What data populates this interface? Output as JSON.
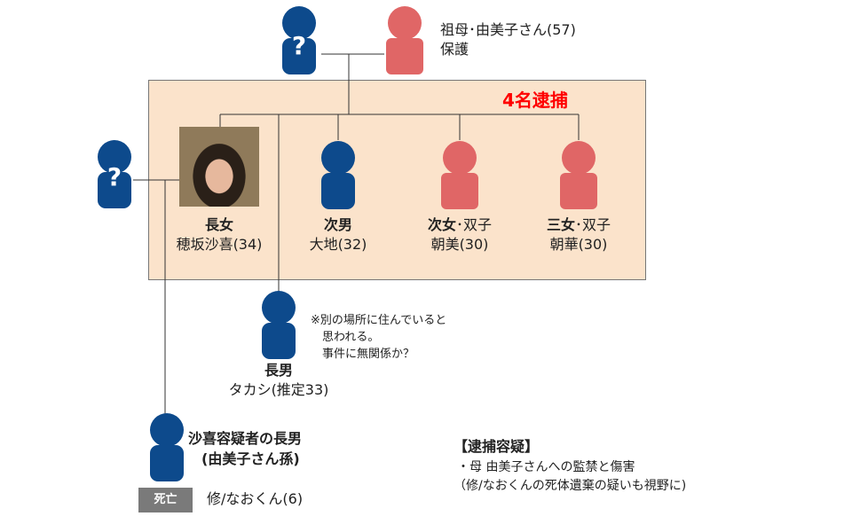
{
  "grandmother": {
    "line1": "祖母･由美子さん(57)",
    "line2": "保護"
  },
  "unknown_symbol": "?",
  "arrest_header": "4名逮捕",
  "daughter1": {
    "role": "長女",
    "name": "穂坂沙喜(34)"
  },
  "son2": {
    "role": "次男",
    "name": "大地(32)"
  },
  "daughter2": {
    "role": "次女",
    "role_suffix": "･双子",
    "name": "朝美(30)"
  },
  "daughter3": {
    "role": "三女",
    "role_suffix": "･双子",
    "name": "朝華(30)"
  },
  "note": {
    "line1": "※別の場所に住んでいると",
    "line2": "思われる。",
    "line3": "事件に無関係か？"
  },
  "son1": {
    "role": "長男",
    "name": "タカシ(推定33)"
  },
  "grandson": {
    "line1": "沙喜容疑者の長男",
    "line2": "(由美子さん孫)",
    "badge": "死亡",
    "name": "修/なおくん(6)"
  },
  "charges": {
    "title": "【逮捕容疑】",
    "line1": "・母 由美子さんへの監禁と傷害",
    "line2": "（修/なおくんの死体遺棄の疑いも視野に)"
  },
  "colors": {
    "male": "#0d4a8c",
    "female": "#e06666",
    "box_fill": "#fbe3cb",
    "accent": "#ff0000",
    "badge": "#7a7a7a"
  }
}
